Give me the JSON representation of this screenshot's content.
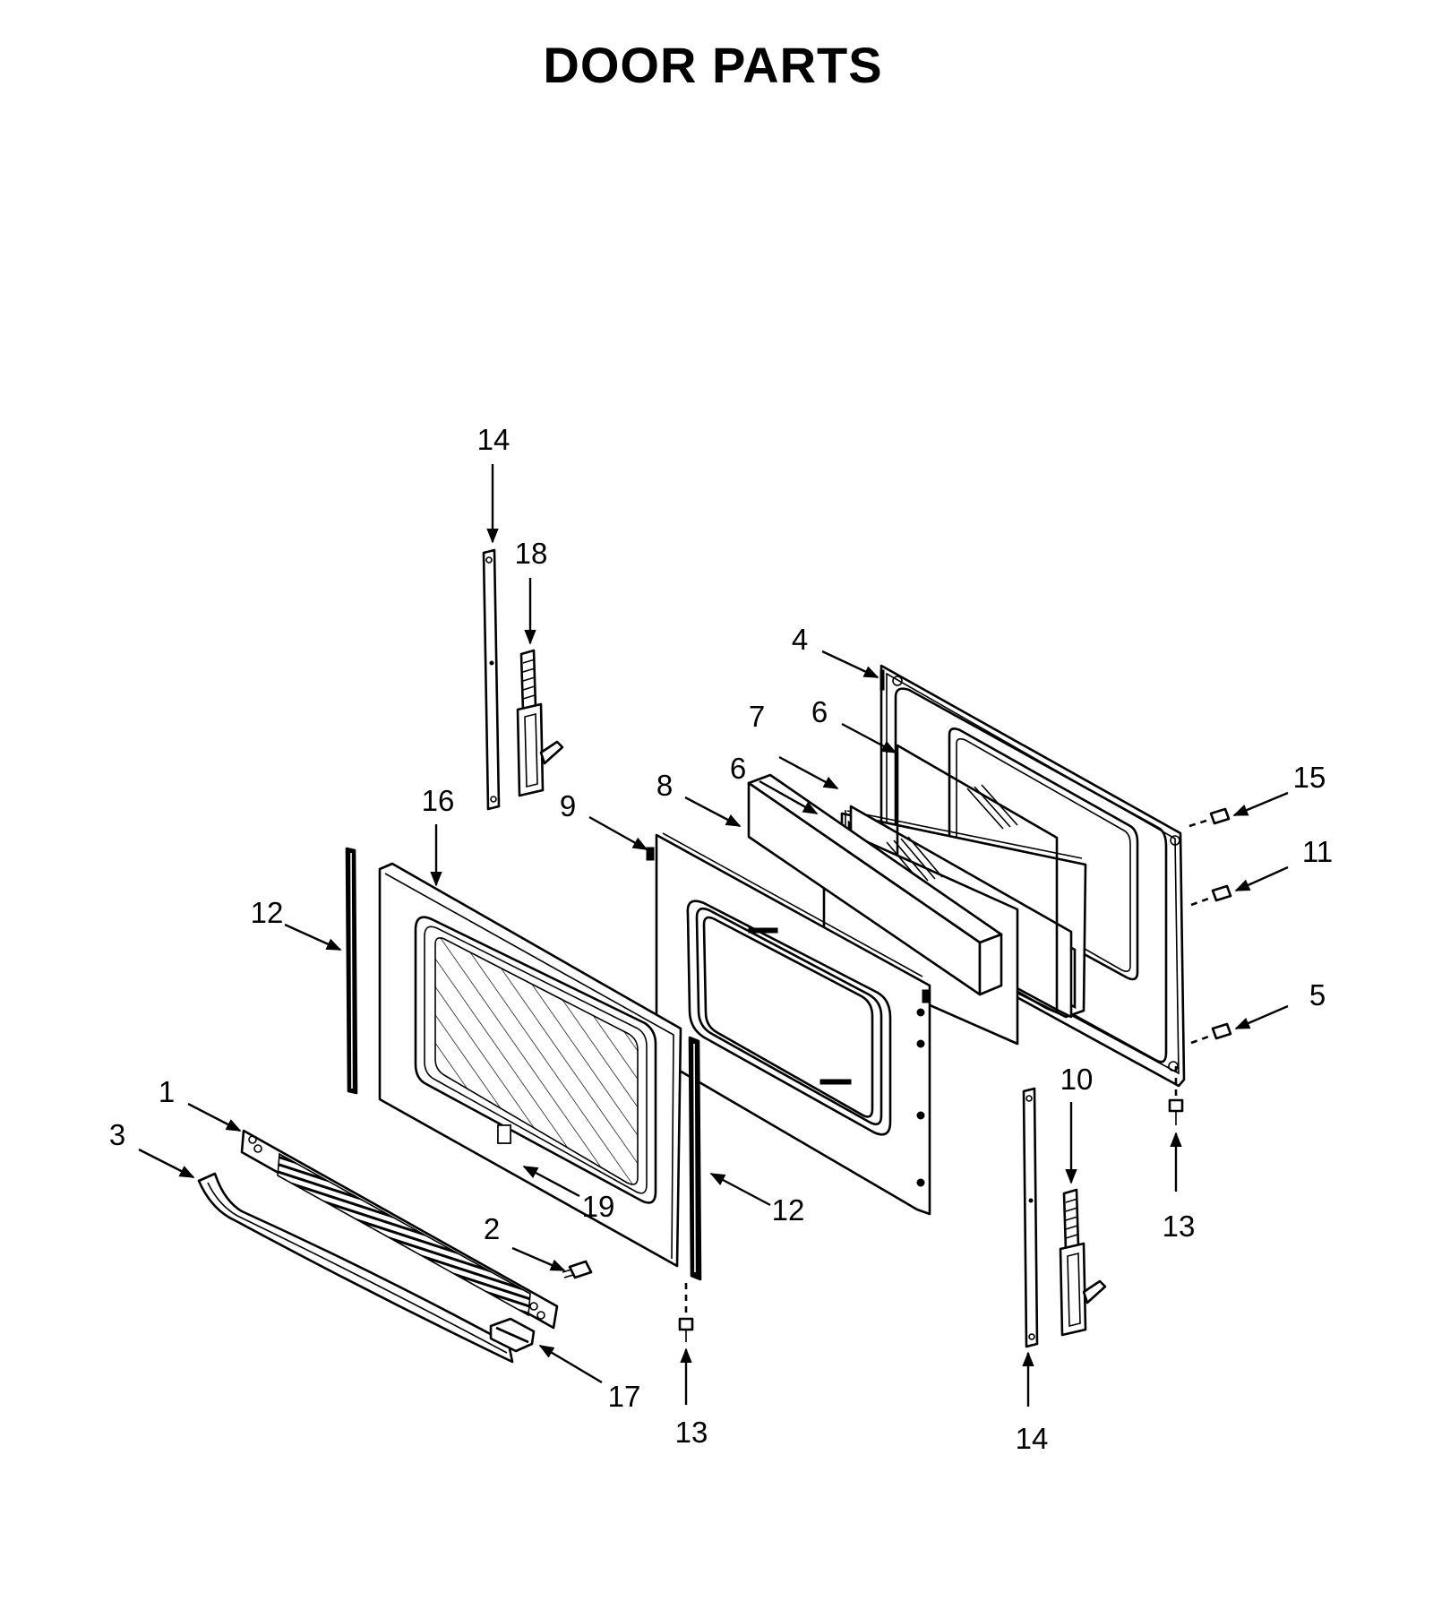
{
  "title": "DOOR PARTS",
  "callouts": {
    "c1": "1",
    "c2": "2",
    "c3": "3",
    "c4": "4",
    "c5": "5",
    "c6a": "6",
    "c6b": "6",
    "c7": "7",
    "c8": "8",
    "c9": "9",
    "c10": "10",
    "c11": "11",
    "c12a": "12",
    "c12b": "12",
    "c13a": "13",
    "c13b": "13",
    "c14a": "14",
    "c14b": "14",
    "c15": "15",
    "c16": "16",
    "c17": "17",
    "c18": "18",
    "c19": "19"
  }
}
